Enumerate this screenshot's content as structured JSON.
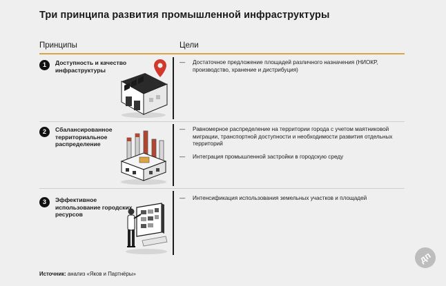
{
  "title": "Три принципа развития промышленной инфраструктуры",
  "headers": {
    "principles": "Принципы",
    "goals": "Цели"
  },
  "rows": [
    {
      "num": "1",
      "principle": "Доступность и качество инфраструктуры",
      "icon": "factory-with-location-pin-icon",
      "goals": [
        "Достаточное предложение площадей различного назначения (НИОКР, производство, хранение и дистрибуция)"
      ]
    },
    {
      "num": "2",
      "principle": "Сбалансированное территориальное распределение",
      "icon": "factory-with-chimneys-icon",
      "goals": [
        "Равномерное распределение на территории города с учетом маятниковой миграции, транспортной доступности и необходимости развития отдельных территорий",
        "Интеграция промышленной застройки в городскую среду"
      ]
    },
    {
      "num": "3",
      "principle": "Эффективное использование городских ресурсов",
      "icon": "person-at-board-icon",
      "goals": [
        "Интенсификация использования земельных участков и площадей"
      ]
    }
  ],
  "goal_dash": "—",
  "source": {
    "label": "Источник:",
    "text": " анализ «Яков и Партнёры»"
  },
  "logo": "дп",
  "colors": {
    "accent": "#d9a441",
    "pin": "#d0392b",
    "chimney": "#b5452e"
  }
}
